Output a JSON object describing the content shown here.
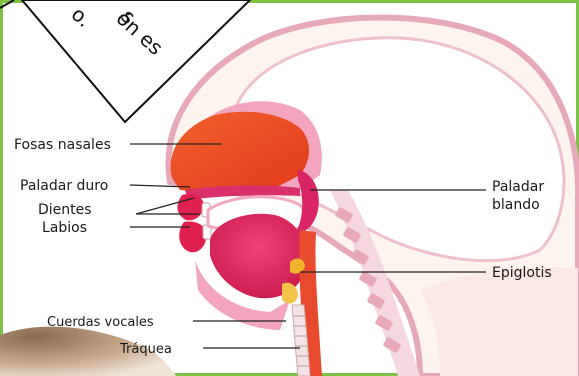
{
  "labels": {
    "fosas_nasales": "Fosas nasales",
    "paladar_duro": "Paladar duro",
    "dientes": "Dientes",
    "labios": "Labios",
    "paladar_blando_1": "Paladar",
    "paladar_blando_2": "blando",
    "epiglotis": "Epiglotis",
    "cuerdas_vocales": "Cuerdas vocales",
    "traquea": "Tráquea"
  },
  "callout": {
    "line1": "s",
    "line2": "ón es",
    "line3": "o."
  }
}
